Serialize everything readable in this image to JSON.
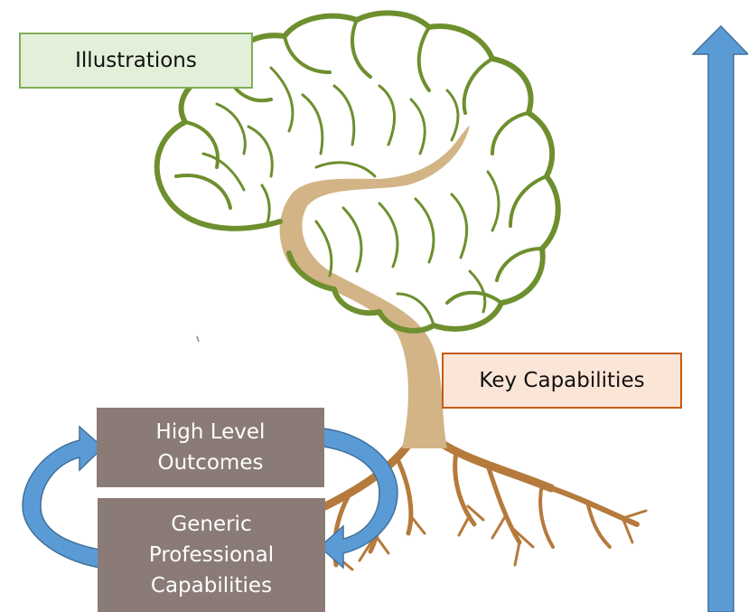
{
  "labels": {
    "illustrations": "Illustrations",
    "key_capabilities": "Key Capabilities",
    "high_level_outcomes": [
      "High Level",
      "Outcomes"
    ],
    "generic_professional_capabilities": [
      "Generic",
      "Professional",
      "Capabilities"
    ]
  },
  "icons": {
    "tree": "brain-tree-icon",
    "up_arrow": "up-arrow-icon",
    "cycle_arrows": "curved-cycle-arrow-icon"
  },
  "colors": {
    "brain_outline": "#6e8f2e",
    "trunk": "#d2b486",
    "roots": "#b57a3c",
    "arrow_fill": "#5b9bd5",
    "arrow_stroke": "#41719c",
    "outcome_box": "#8b7b76",
    "illustrations_fill": "#e2efd9",
    "illustrations_border": "#7fae57",
    "key_fill": "#fbe5d6",
    "key_border": "#c55a11"
  }
}
